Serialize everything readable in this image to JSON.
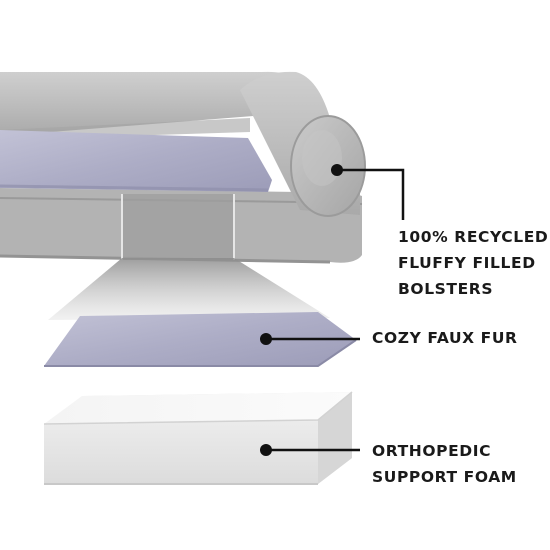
{
  "callouts": {
    "bolsters": {
      "lines": [
        "100% RECYCLED",
        "FLUFFY FILLED",
        "BOLSTERS"
      ],
      "icon": "callout-dot-icon"
    },
    "faux_fur": {
      "lines": [
        "COZY FAUX FUR"
      ],
      "icon": "callout-dot-icon"
    },
    "foam": {
      "lines": [
        "ORTHOPEDIC",
        "SUPPORT FOAM"
      ],
      "icon": "callout-dot-icon"
    }
  },
  "colors": {
    "bolster_gray": "#b9b9b9",
    "fur_lavender": "#aeaec8",
    "foam_white": "#f6f6f6",
    "text": "#1a1a1a"
  }
}
